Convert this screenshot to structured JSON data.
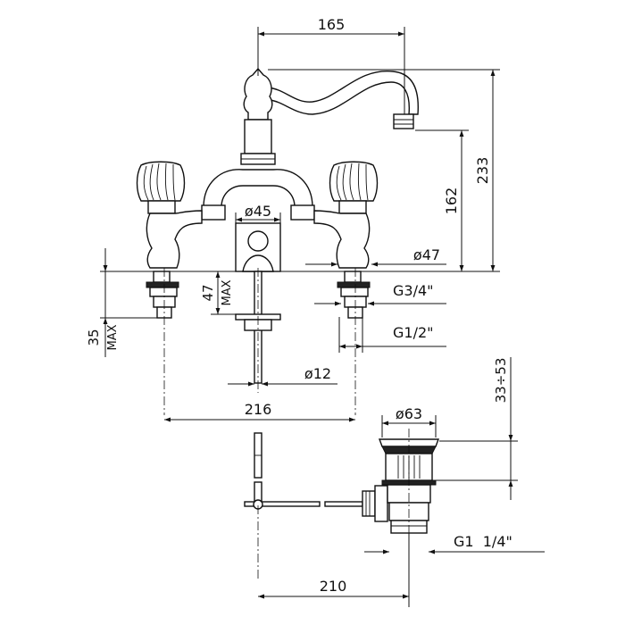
{
  "labels": {
    "width_spout": "165",
    "height_total": "233",
    "height_spout": "162",
    "dia_45": "ø45",
    "dia_47": "ø47",
    "thread_34": "G3/4\"",
    "thread_12": "G1/2\"",
    "max_47": "47",
    "max_47_unit": "MAX",
    "max_35": "35",
    "max_35_unit": "MAX",
    "dia_12": "ø12",
    "spacing_216": "216",
    "dia_63": "ø63",
    "range_33_53": "33÷53",
    "thread_waste": "G1  1/4\"",
    "length_210": "210"
  },
  "colors": {
    "line": "#111111",
    "background": "#ffffff"
  }
}
